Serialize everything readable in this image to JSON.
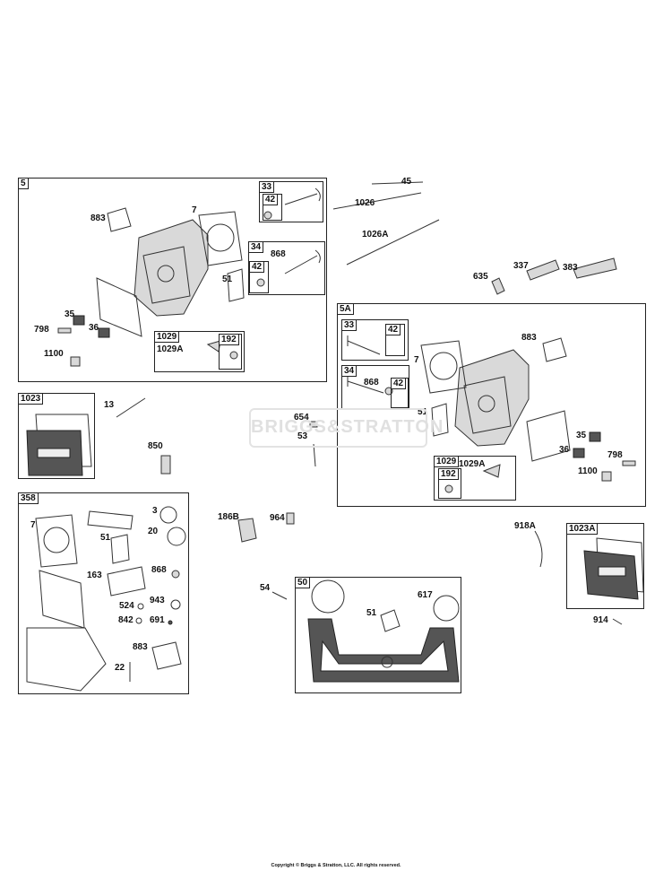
{
  "watermark": "BRIGGS&STRATTON",
  "copyright": "Copyright © Briggs & Stratton, LLC. All rights reserved.",
  "boxes": {
    "b5": "5",
    "b5_33": "33",
    "b5_33_42": "42",
    "b5_34": "34",
    "b5_34_42": "42",
    "b5_1029": "1029",
    "b5_192": "192",
    "b5A": "5A",
    "b5A_33": "33",
    "b5A_33_42": "42",
    "b5A_34": "34",
    "b5A_34_42": "42",
    "b5A_1029": "1029",
    "b5A_192": "192",
    "b1023": "1023",
    "b358": "358",
    "b50": "50",
    "b1023A": "1023A"
  },
  "labels": {
    "l883a": "883",
    "l7a": "7",
    "l868a": "868",
    "l51a": "51",
    "l35a": "35",
    "l798a": "798",
    "l36a": "36",
    "l1100a": "1100",
    "l1029Aa": "1029A",
    "l45": "45",
    "l1026": "1026",
    "l1026A": "1026A",
    "l337": "337",
    "l383": "383",
    "l635": "635",
    "l883b": "883",
    "l7b": "7",
    "l868b": "868",
    "l51b": "51",
    "l35b": "35",
    "l36b": "36",
    "l798b": "798",
    "l1100b": "1100",
    "l1029Ab": "1029A",
    "l13": "13",
    "l850": "850",
    "l654": "654",
    "l53": "53",
    "l7c": "7",
    "l3": "3",
    "l20": "20",
    "l51c": "51",
    "l163": "163",
    "l868c": "868",
    "l524": "524",
    "l943": "943",
    "l842": "842",
    "l691": "691",
    "l883c": "883",
    "l22": "22",
    "l186B": "186B",
    "l964": "964",
    "l54": "54",
    "l617": "617",
    "l51d": "51",
    "l918A": "918A",
    "l914": "914"
  }
}
